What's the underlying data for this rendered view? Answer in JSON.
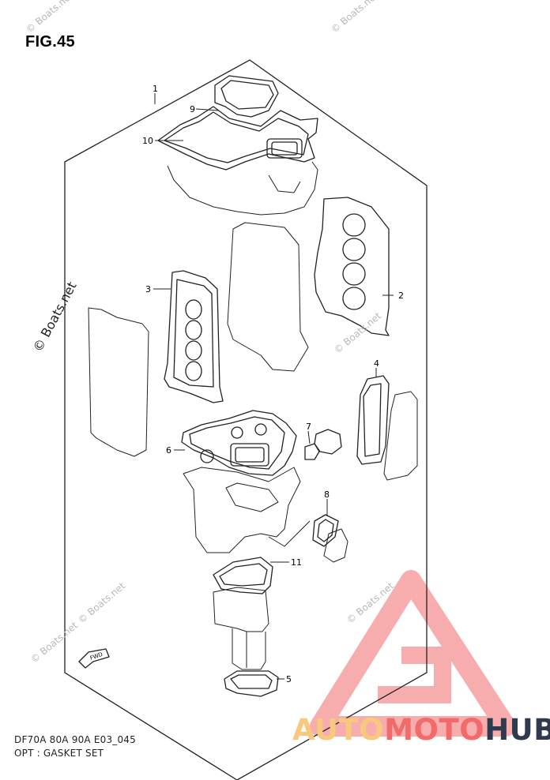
{
  "figure": {
    "title": "FIG.45",
    "model_line": "DF70A 80A 90A E03_045",
    "caption": "OPT : GASKET SET"
  },
  "callouts": [
    "1",
    "2",
    "3",
    "4",
    "5",
    "6",
    "7",
    "8",
    "9",
    "10",
    "11"
  ],
  "direction_label": "FWD",
  "watermark": {
    "text": "© Boats.net",
    "color": "#b8b8b8"
  },
  "brand": {
    "part1": "AUTO",
    "part2": "MOTO",
    "part3": "HUB",
    "color_auto": "#f7c87e",
    "color_moto": "#f26b6b",
    "color_hub": "#2f3a4f",
    "logo_color": "#f26b6b"
  }
}
